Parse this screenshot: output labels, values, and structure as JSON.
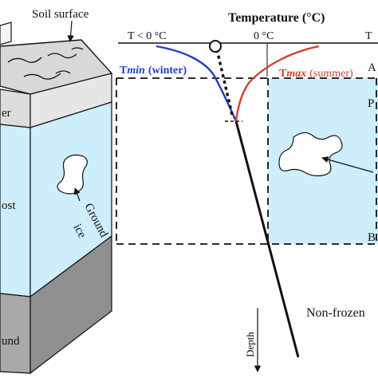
{
  "labels": {
    "soil_surface": "Soil surface",
    "temperature_title": "Temperature (°C)",
    "t_below_zero": "T < 0 °C",
    "zero": "0 °C",
    "t_right_cut": "T",
    "tmin_prefix": "T",
    "tmin_sub": "min",
    "tmin_suffix": "(winter)",
    "tmax_prefix": "T",
    "tmax_sub": "max",
    "tmax_suffix": "(summer)",
    "active_cut": "er",
    "permafrost_cut": "ost",
    "ground_cut": "und",
    "ground_ice_line1": "Ground",
    "ground_ice_line2": "ice",
    "non_frozen": "Non-frozen",
    "depth": "Depth",
    "right_a": "A",
    "right_p": "P",
    "right_b": "B"
  },
  "colors": {
    "ice_fill": "#cdeefa",
    "active_layer_fill": "#dcdcdc",
    "ground_fill": "#a9a9a9",
    "ground_side": "#8f8f8f",
    "winter_curve": "#1f3fbf",
    "summer_curve": "#d0402a",
    "outline": "#111111"
  }
}
